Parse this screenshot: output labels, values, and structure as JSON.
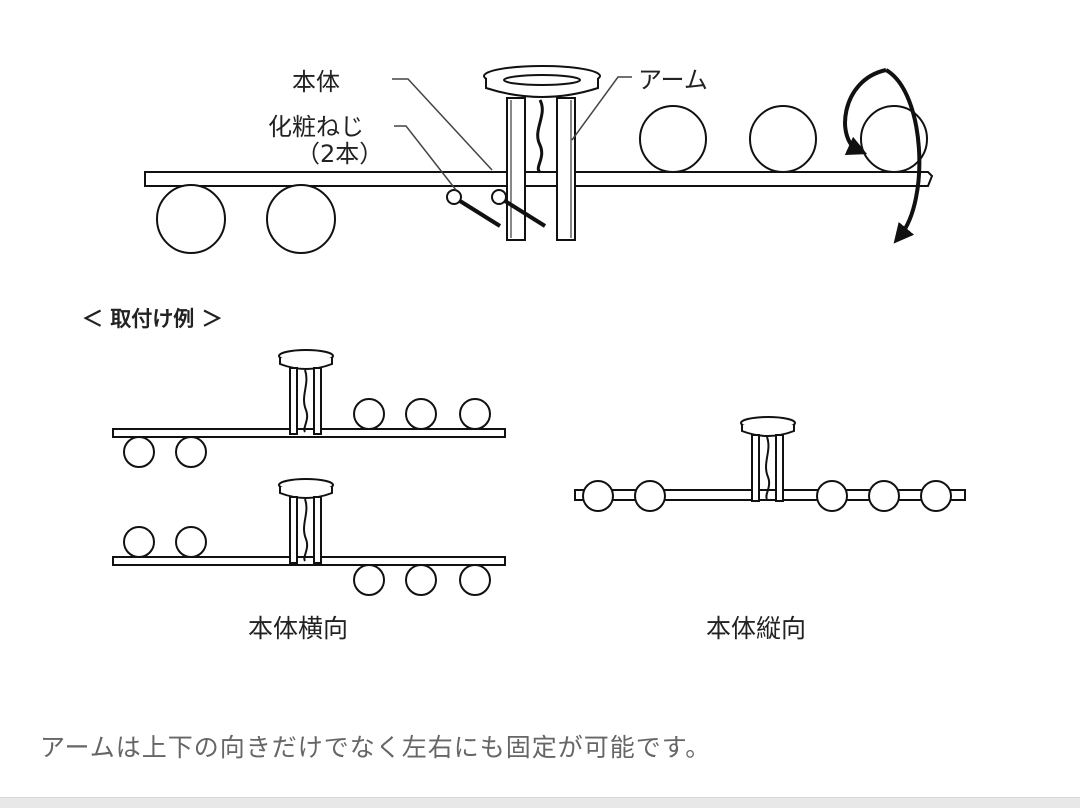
{
  "labels": {
    "body": "本体",
    "screw": "化粧ねじ",
    "screw_count": "（2本）",
    "arm": "アーム",
    "example_heading": "＜ 取付け例 ＞",
    "horizontal": "本体横向",
    "vertical": "本体縦向"
  },
  "caption": "アームは上下の向きだけでなく左右にも固定が可能です。"
}
